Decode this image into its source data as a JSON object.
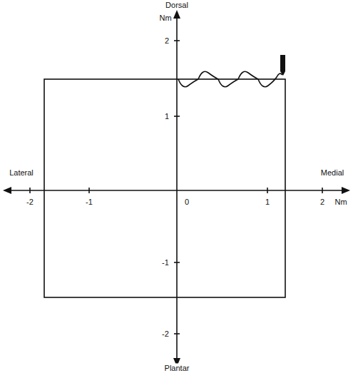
{
  "diagram": {
    "labels": [
      "Dorsal",
      "Nm",
      "2",
      "1",
      "Lateral",
      "Medial",
      "-2",
      "-1",
      "0",
      "1",
      "2",
      "Nm",
      "-1",
      "-2",
      "Plantar"
    ]
  }
}
